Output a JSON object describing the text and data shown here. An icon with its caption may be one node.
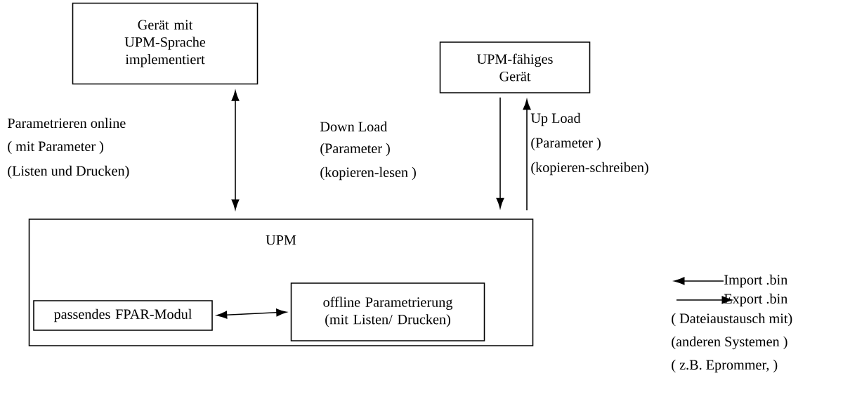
{
  "diagram": {
    "nodes": [
      {
        "text": [
          "Gerät mit UPM-Sprache implementiert"
        ]
      },
      {
        "text": [
          "UPM-fähiges Gerät"
        ]
      },
      {
        "text": [
          "UPM"
        ]
      },
      {
        "text": [
          "passendes FPAR-Modul"
        ],
        "in": 2
      },
      {
        "text": [
          "offline Parametrierung (mit Listen/ Drucken)"
        ],
        "in": 2
      },
      {
        "text": [
          "Import .bin"
        ]
      },
      {
        "text": [
          "Export .bin"
        ]
      }
    ],
    "edges": [
      {
        "from": 0,
        "to": 2,
        "arrow": "both"
      },
      {
        "from": 1,
        "to": 2,
        "arrow": "to"
      },
      {
        "from": 2,
        "to": 1,
        "arrow": "to"
      },
      {
        "from": 3,
        "to": 4,
        "arrow": "both"
      },
      {
        "from": 5,
        "to": null,
        "arrow": "to"
      },
      {
        "from": null,
        "to": 6,
        "arrow": "to"
      }
    ],
    "labels": [
      "Parametrieren online",
      "( mit Parameter )",
      "(Listen und Drucken)",
      "Down Load",
      "(Parameter )",
      "(kopieren-lesen )",
      "Up Load",
      "(Parameter )",
      "(kopieren-schreiben)",
      "( Dateiaustausch mit)",
      "(anderen Systemen )",
      "( z.B. Eprommer, )"
    ]
  }
}
